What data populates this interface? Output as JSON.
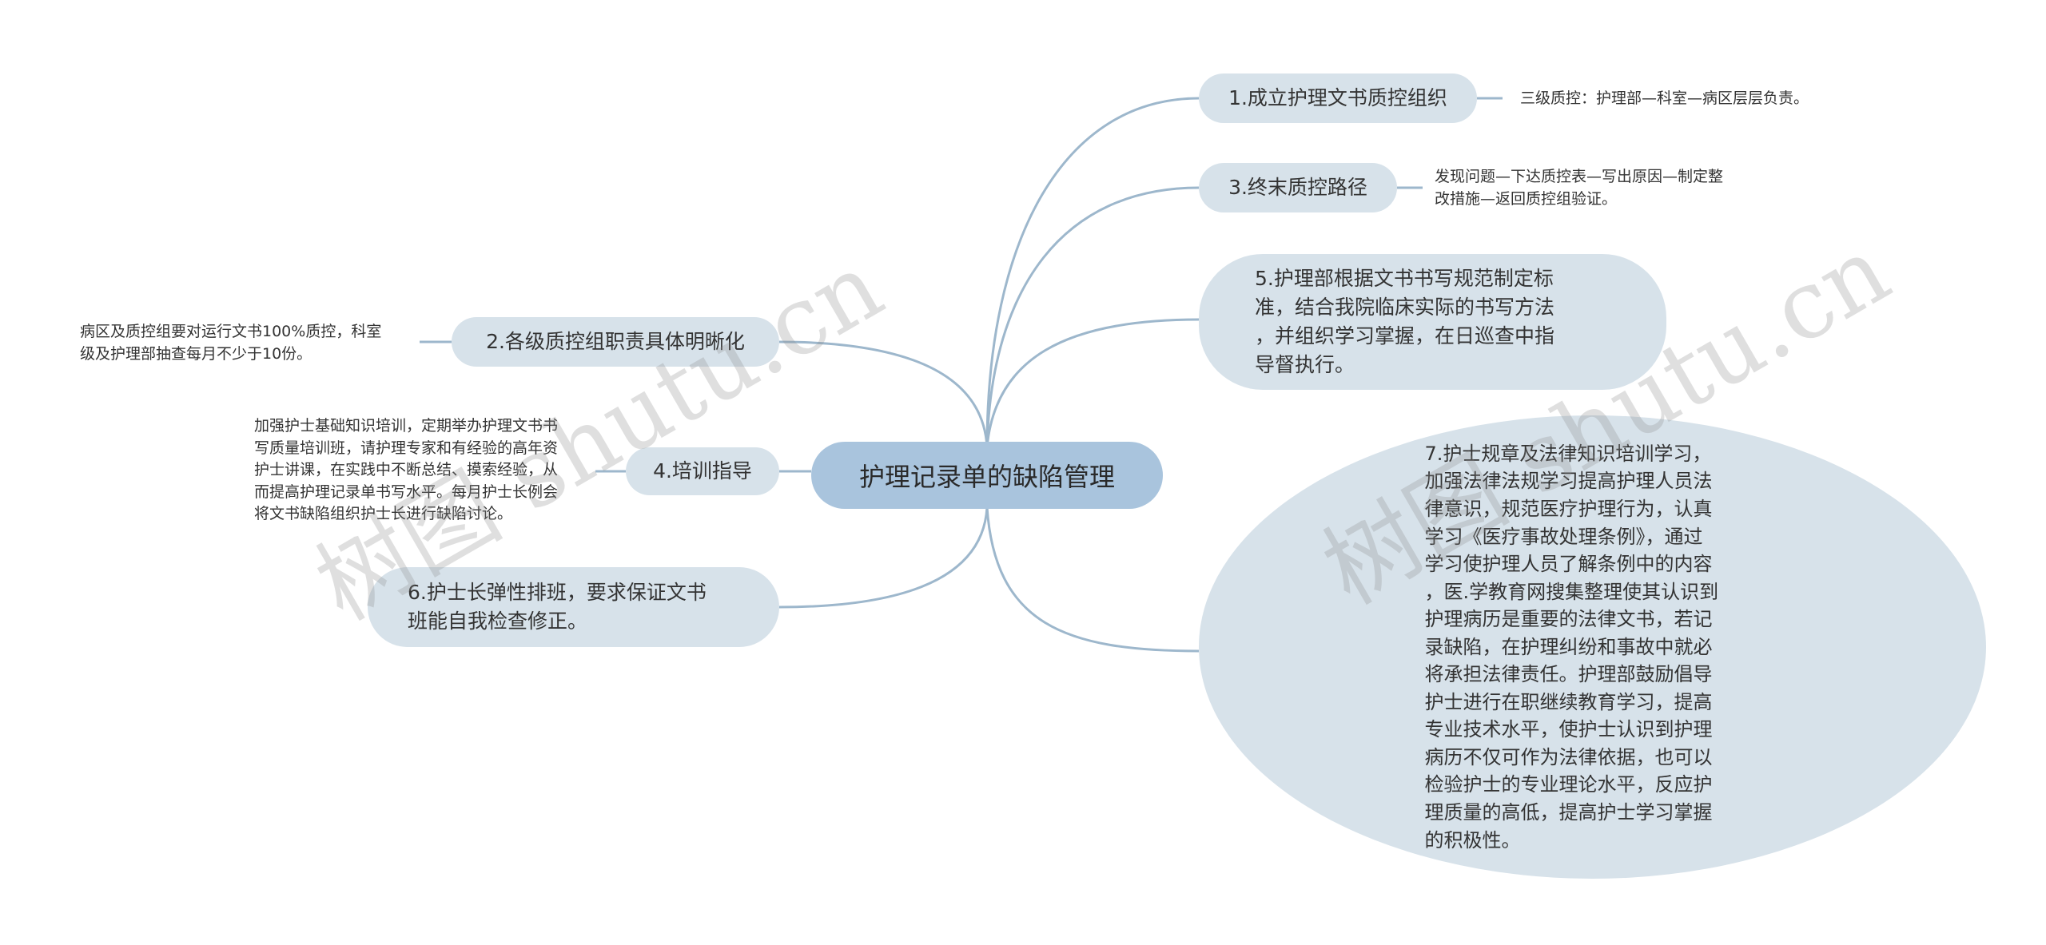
{
  "root": {
    "label": "护理记录单的缺陷管理"
  },
  "right_branches": [
    {
      "label": "1.成立护理文书质控组织",
      "detail": "三级质控：护理部—科室—病区层层负责。"
    },
    {
      "label": "3.终末质控路径",
      "detail": "发现问题—下达质控表—写出原因—制定整\n改措施—返回质控组验证。"
    },
    {
      "label": "5.护理部根据文书书写规范制定标准，结合我院临床实际的书写方法，并组织学习掌握，在日巡查中指导督执行。",
      "label_lines": [
        "5.护理部根据文书书写规范制定标",
        "准，结合我院临床实际的书写方法",
        "，并组织学习掌握，在日巡查中指",
        "导督执行。"
      ]
    },
    {
      "label_lines": [
        "7.护士规章及法律知识培训学习，",
        "加强法律法规学习提高护理人员法",
        "律意识，规范医疗护理行为，认真",
        "学习《医疗事故处理条例》，通过",
        "学习使护理人员了解条例中的内容",
        "，医.学教育网搜集整理使其认识到",
        "护理病历是重要的法律文书，若记",
        "录缺陷，在护理纠纷和事故中就必",
        "将承担法律责任。护理部鼓励倡导",
        "护士进行在职继续教育学习，提高",
        "专业技术水平，使护士认识到护理",
        "病历不仅可作为法律依据，也可以",
        "检验护士的专业理论水平，反应护",
        "理质量的高低，提高护士学习掌握",
        "的积极性。"
      ]
    }
  ],
  "left_branches": [
    {
      "label": "2.各级质控组职责具体明晰化",
      "detail": "病区及质控组要对运行文书100%质控，科室\n级及护理部抽查每月不少于10份。"
    },
    {
      "label": "4.培训指导",
      "detail": "加强护士基础知识培训，定期举办护理文书书\n写质量培训班，请护理专家和有经验的高年资\n护士讲课，在实践中不断总结、摸索经验，从\n而提高护理记录单书写水平。每月护士长例会\n将文书缺陷组织护士长进行缺陷讨论。"
    },
    {
      "label_lines": [
        "6.护士长弹性排班，要求保证文书",
        "班能自我检查修正。"
      ]
    }
  ],
  "watermarks": [
    "树图 shutu.cn",
    "树图 shutu.cn"
  ],
  "colors": {
    "root_fill": "#a9c4dd",
    "branch_fill": "#d7e2ea",
    "connector": "#9db7cc",
    "text": "#333333"
  }
}
